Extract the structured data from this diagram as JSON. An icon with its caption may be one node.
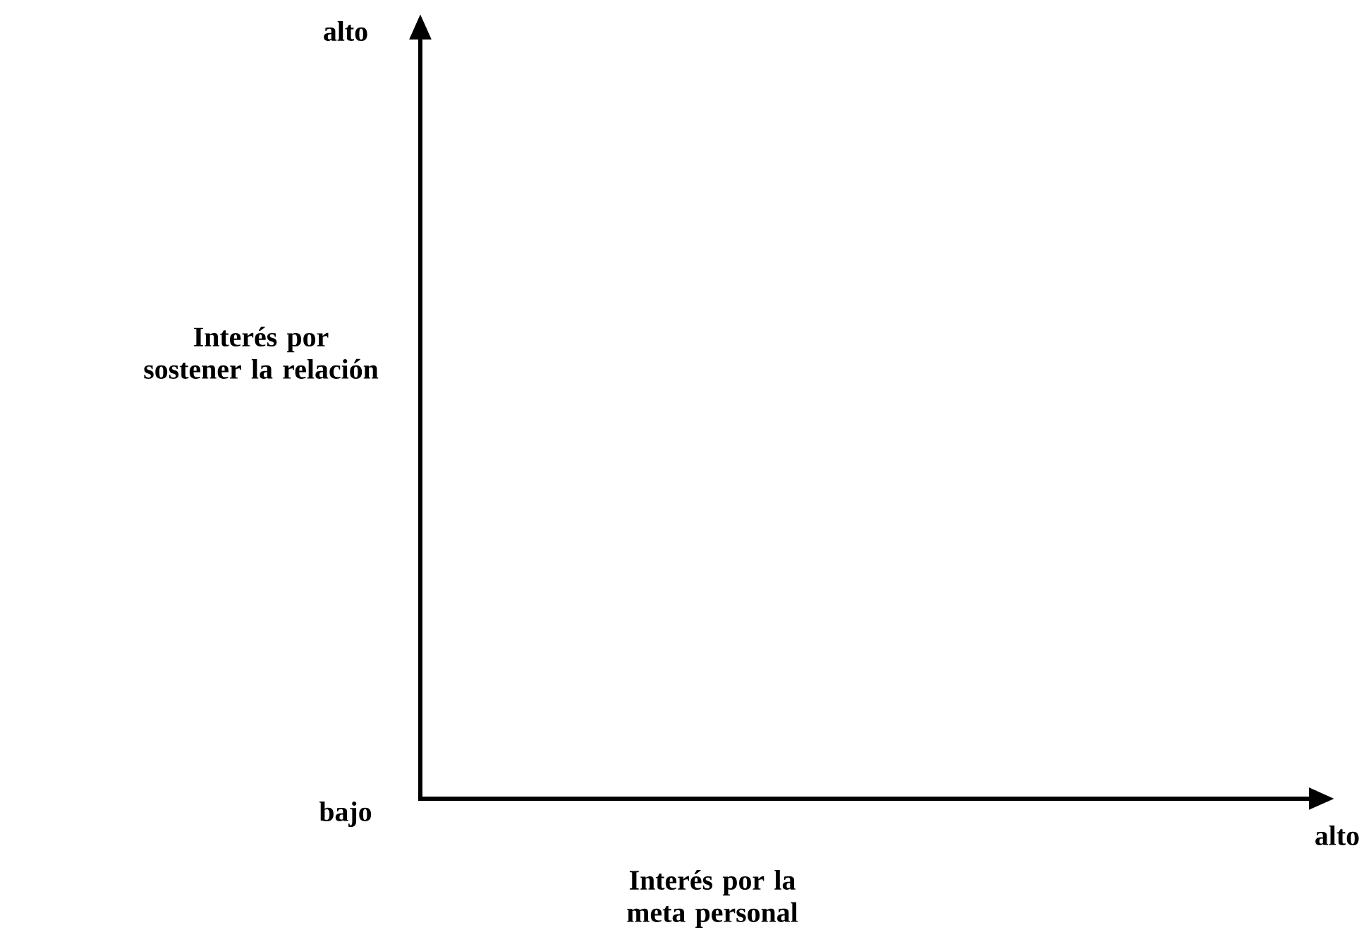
{
  "diagram": {
    "labels": [
      "alto",
      "Interés por sostener la relación",
      "bajo",
      "alto",
      "Interés por la meta personal"
    ]
  }
}
